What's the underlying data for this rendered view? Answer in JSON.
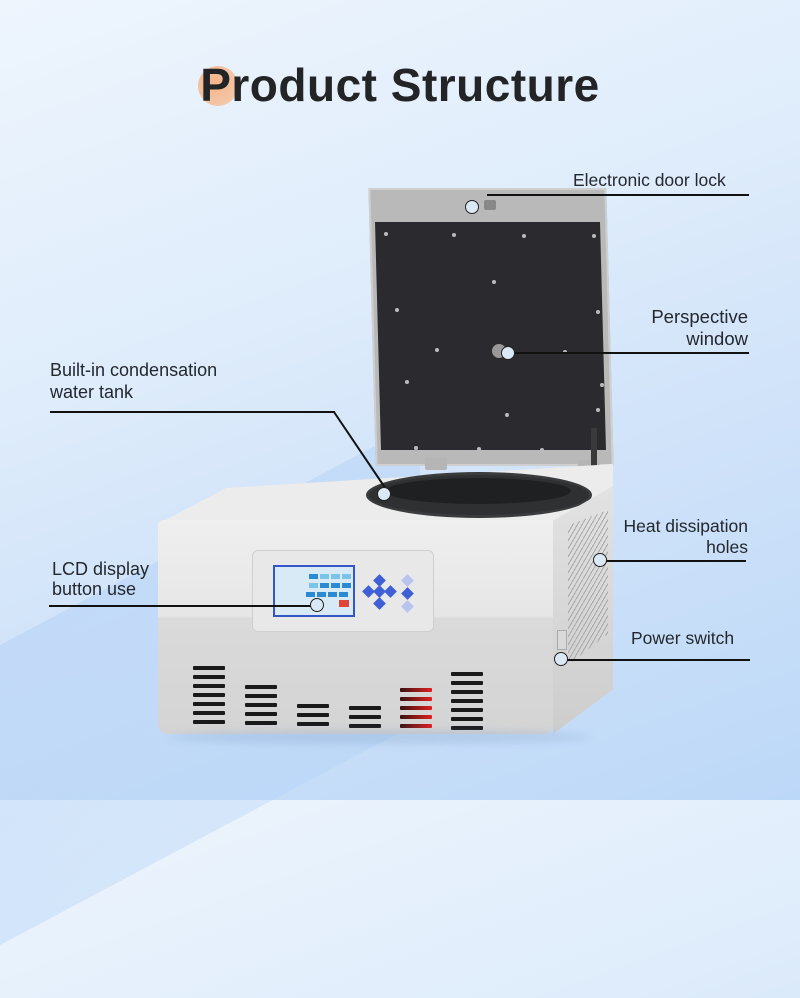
{
  "header": {
    "title": "Product Structure",
    "accent_color": "#f4a57a"
  },
  "product": {
    "type": "benchtop refrigerated centrifuge",
    "body_color": "#e6e6e6",
    "lid_panel_color": "#2b2b2f",
    "lcd_border_color": "#3356c8",
    "keypad_color": "#3f5fd6"
  },
  "callouts": [
    {
      "id": "door-lock",
      "label": "Electronic door lock",
      "side": "right"
    },
    {
      "id": "perspective-window",
      "label_line1": "Perspective",
      "label_line2": "window",
      "side": "right"
    },
    {
      "id": "condensation-tank",
      "label_line1": "Built-in condensation",
      "label_line2": "water tank",
      "side": "left"
    },
    {
      "id": "heat-dissipation",
      "label_line1": "Heat dissipation",
      "label_line2": "holes",
      "side": "right"
    },
    {
      "id": "lcd-display",
      "label_line1": "LCD display",
      "label_line2": "button use",
      "side": "left"
    },
    {
      "id": "power-switch",
      "label": "Power switch",
      "side": "right"
    }
  ],
  "background": {
    "gradient_start": "#eef5fd",
    "gradient_end": "#bcd8f8"
  }
}
